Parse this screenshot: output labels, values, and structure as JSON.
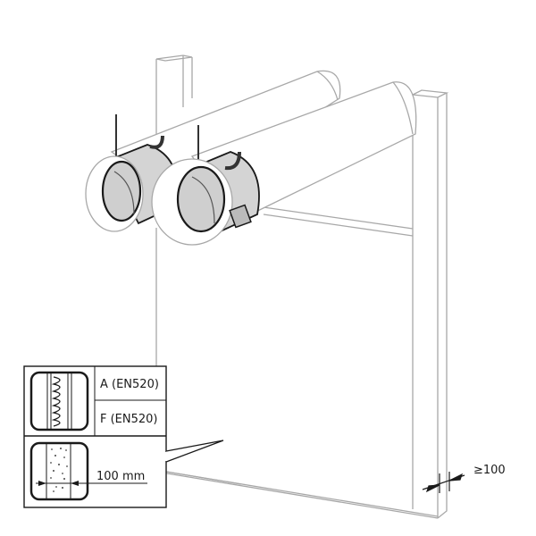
{
  "legend": {
    "row1_label": "A (EN520)",
    "row2_label": "F (EN520)",
    "thickness_label": "100 mm"
  },
  "dimension": {
    "min_distance_label": "≥100"
  },
  "colors": {
    "line": "#1a1a1a",
    "wall_line": "#a0a0a0",
    "damper_fill": "#d4d4d4"
  }
}
